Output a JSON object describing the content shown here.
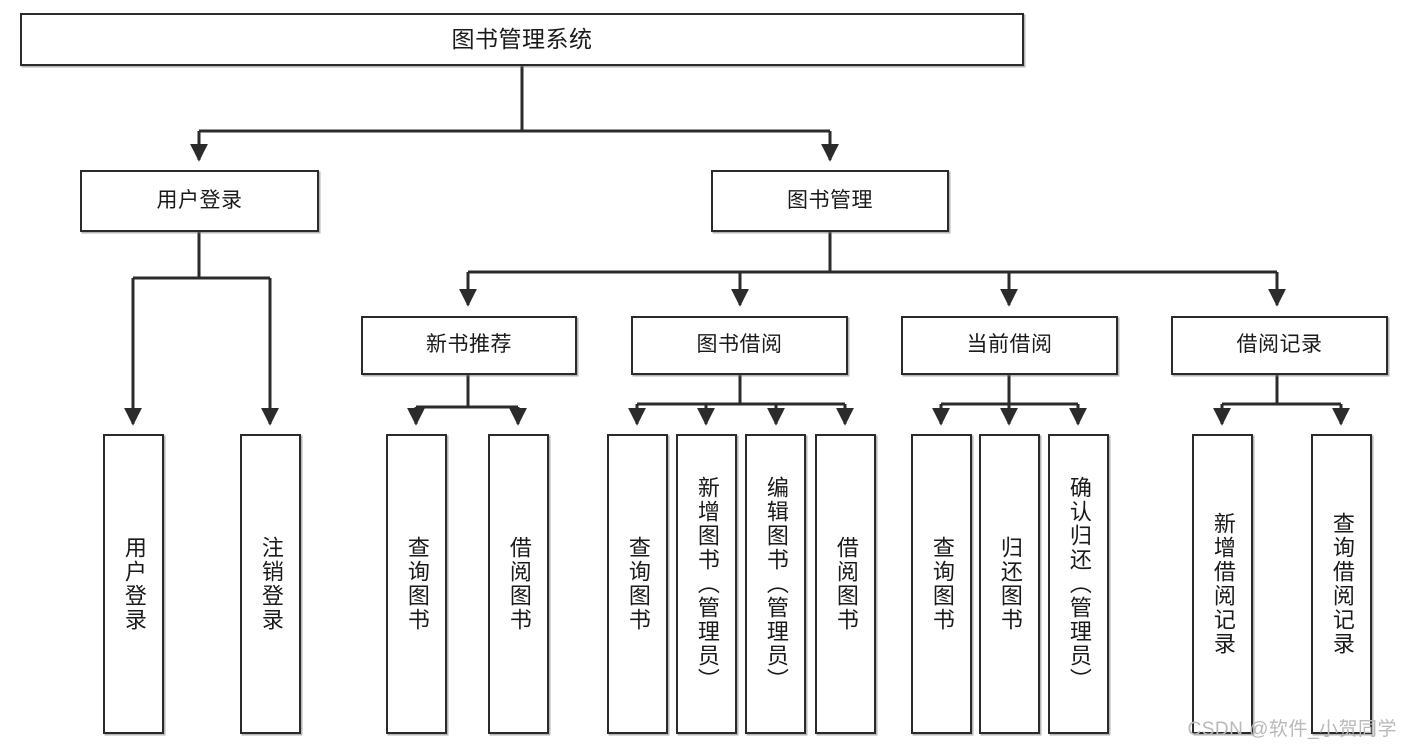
{
  "diagram": {
    "title": "图书管理系统",
    "type": "tree-hierarchy",
    "root": {
      "label": "图书管理系统"
    },
    "level1": [
      {
        "label": "用户登录"
      },
      {
        "label": "图书管理"
      }
    ],
    "level2": [
      {
        "label": "新书推荐"
      },
      {
        "label": "图书借阅"
      },
      {
        "label": "当前借阅"
      },
      {
        "label": "借阅记录"
      }
    ],
    "leaves": {
      "user_login": [
        {
          "label": "用户登录"
        },
        {
          "label": "注销登录"
        }
      ],
      "new_book_recommend": [
        {
          "label": "查询图书"
        },
        {
          "label": "借阅图书"
        }
      ],
      "book_borrow": [
        {
          "label": "查询图书"
        },
        {
          "label": "新增图书（管理员）"
        },
        {
          "label": "编辑图书（管理员）"
        },
        {
          "label": "借阅图书"
        }
      ],
      "current_borrow": [
        {
          "label": "查询图书"
        },
        {
          "label": "归还图书"
        },
        {
          "label": "确认归还（管理员）"
        }
      ],
      "borrow_record": [
        {
          "label": "新增借阅记录"
        },
        {
          "label": "查询借阅记录"
        }
      ]
    }
  },
  "watermark": {
    "text": "CSDN @软件_小贺同学"
  },
  "colors": {
    "border": "#2b2b2b",
    "text": "#1a1a1a",
    "background": "#ffffff",
    "watermark": "#b9b9b9"
  }
}
